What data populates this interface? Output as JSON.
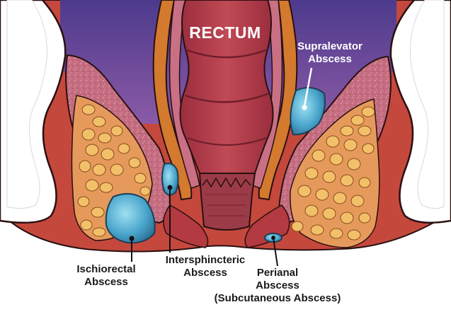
{
  "title": "RECTUM",
  "labels": {
    "supralevator": [
      "Supralevator",
      "Abscess"
    ],
    "ischiorectal": [
      "Ischiorectal",
      "Abscess"
    ],
    "intersphincteric": [
      "Intersphincteric",
      "Abscess"
    ],
    "perianal": [
      "Perianal",
      "Abscess",
      "(Subcutaneous Abscess)"
    ]
  },
  "colors": {
    "tissue_red": "#c5483d",
    "tissue_dark": "#8e2a2e",
    "rectum_wall": "#b0394a",
    "muscle_orange": "#d37a2e",
    "muscle_pink": "#c97085",
    "fat_yellow": "#f3c06a",
    "pelvic_purple": "#6f58a3",
    "bone_white": "#ffffff",
    "abscess_blue": "#5aaed0",
    "outline": "#2a1010"
  }
}
